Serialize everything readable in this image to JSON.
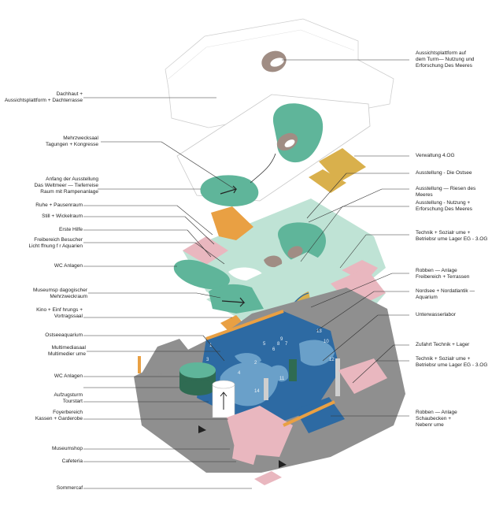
{
  "colors": {
    "ground": "#8f8f8f",
    "water_blue": "#2d6aa3",
    "water_light": "#6aa0c9",
    "teal": "#5fb59a",
    "mint": "#bfe3d5",
    "pink": "#e9b7bf",
    "orange": "#e9a043",
    "yellow": "#d9b04c",
    "taupe": "#a08d84",
    "line": "#333333"
  },
  "labels_left": [
    "Dachhaut +\nAussichtsplattform + Dachterrasse",
    "Mehrzwecksaal\nTagungen + Kongresse",
    "Anfang der Ausstellung\nDas Weltmeer — Tieferreise\nRaum mit Rampenanlage",
    "Ruhe + Pausenraum",
    "Still + Wickelraum",
    "Erste Hilfe",
    "Freibereich Besucher\nLicht ffnung f r Aquarien",
    "WC Anlagen",
    "Museumsp dagogischer\nMehrzweckraum",
    "Kino + Einf hrungs +\nVortragssaal",
    "Ostseeaquarium",
    "Multimediasaal\nMultimedier ume",
    "WC Anlagen",
    "Aufzugsturm\nTourstart",
    "Foyerbereich\nKassen + Garderobe",
    "Museumshop",
    "Cafeteria",
    "Sommercaf"
  ],
  "labels_right": [
    "Aussichtsplattform auf\ndem Turm— Nutzung und\nErforschung Des Meeres",
    "Verwaltung 4.OG",
    "Ausstellung - Die Ostsee",
    "Ausstellung — Riesen des Meeres",
    "Ausstellung - Nutzung +\nErforschung Des Meeres",
    "Technik + Sozialr ume +\nBetriebsr ume Lager  EG - 3.OG",
    "Robben — Anlage\nFreibereich + Terrassen",
    "Nordsee + Nordatlantik —\nAquarium",
    "Unterwasserlabor",
    "Zufahrt Technik + Lager",
    "Technik + Sozialr ume +\nBetriebsr ume Lager  EG - 3.OG",
    "Robben — Anlage\nSchaubecken +\nNebenr ume"
  ],
  "room_numbers": [
    "1",
    "2",
    "3",
    "4",
    "5",
    "6",
    "7",
    "8",
    "9",
    "10",
    "11",
    "12",
    "13",
    "14"
  ]
}
